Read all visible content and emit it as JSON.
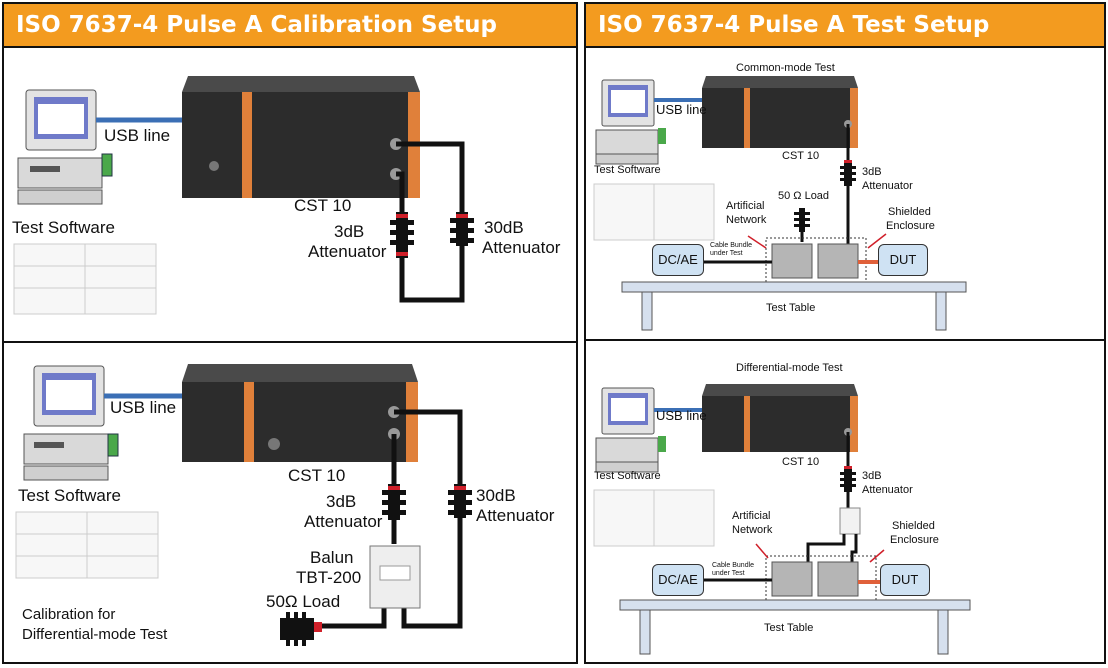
{
  "left_panel": {
    "title": "ISO 7637-4 Pulse A Calibration Setup",
    "top": {
      "usb_line": "USB line",
      "test_software": "Test Software",
      "device": "CST 10",
      "attenuator_3db": [
        "3dB",
        "Attenuator"
      ],
      "attenuator_30db": [
        "30dB",
        "Attenuator"
      ]
    },
    "bottom": {
      "usb_line": "USB line",
      "test_software": "Test Software",
      "device": "CST 10",
      "attenuator_3db": [
        "3dB",
        "Attenuator"
      ],
      "attenuator_30db": [
        "30dB",
        "Attenuator"
      ],
      "balun": [
        "Balun",
        "TBT-200"
      ],
      "load": "50Ω Load",
      "caption": [
        "Calibration for",
        "Differential-mode Test"
      ]
    }
  },
  "right_panel": {
    "title": "ISO 7637-4 Pulse A Test Setup",
    "top": {
      "heading": "Common-mode Test",
      "usb_line": "USB line",
      "test_software": "Test Software",
      "device": "CST 10",
      "attenuator": [
        "3dB",
        "Attenuator"
      ],
      "load": "50 Ω Load",
      "network": [
        "Artificial",
        "Network"
      ],
      "enclosure": [
        "Shielded",
        "Enclosure"
      ],
      "dcae": "DC/AE",
      "cable": [
        "Cable Bundle",
        "under Test"
      ],
      "dut": "DUT",
      "table": "Test Table"
    },
    "bottom": {
      "heading": "Differential-mode Test",
      "usb_line": "USB line",
      "test_software": "Test Software",
      "device": "CST 10",
      "attenuator": [
        "3dB",
        "Attenuator"
      ],
      "network": [
        "Artificial",
        "Network"
      ],
      "enclosure": [
        "Shielded",
        "Enclosure"
      ],
      "dcae": "DC/AE",
      "cable": [
        "Cable Bundle",
        "under Test"
      ],
      "dut": "DUT",
      "table": "Test Table"
    }
  },
  "colors": {
    "title_bar": "#f39b1f",
    "usb_cable": "#3b6fb5",
    "attenuator_band": "#d0202a",
    "box_fill": "#cfe2f3"
  }
}
